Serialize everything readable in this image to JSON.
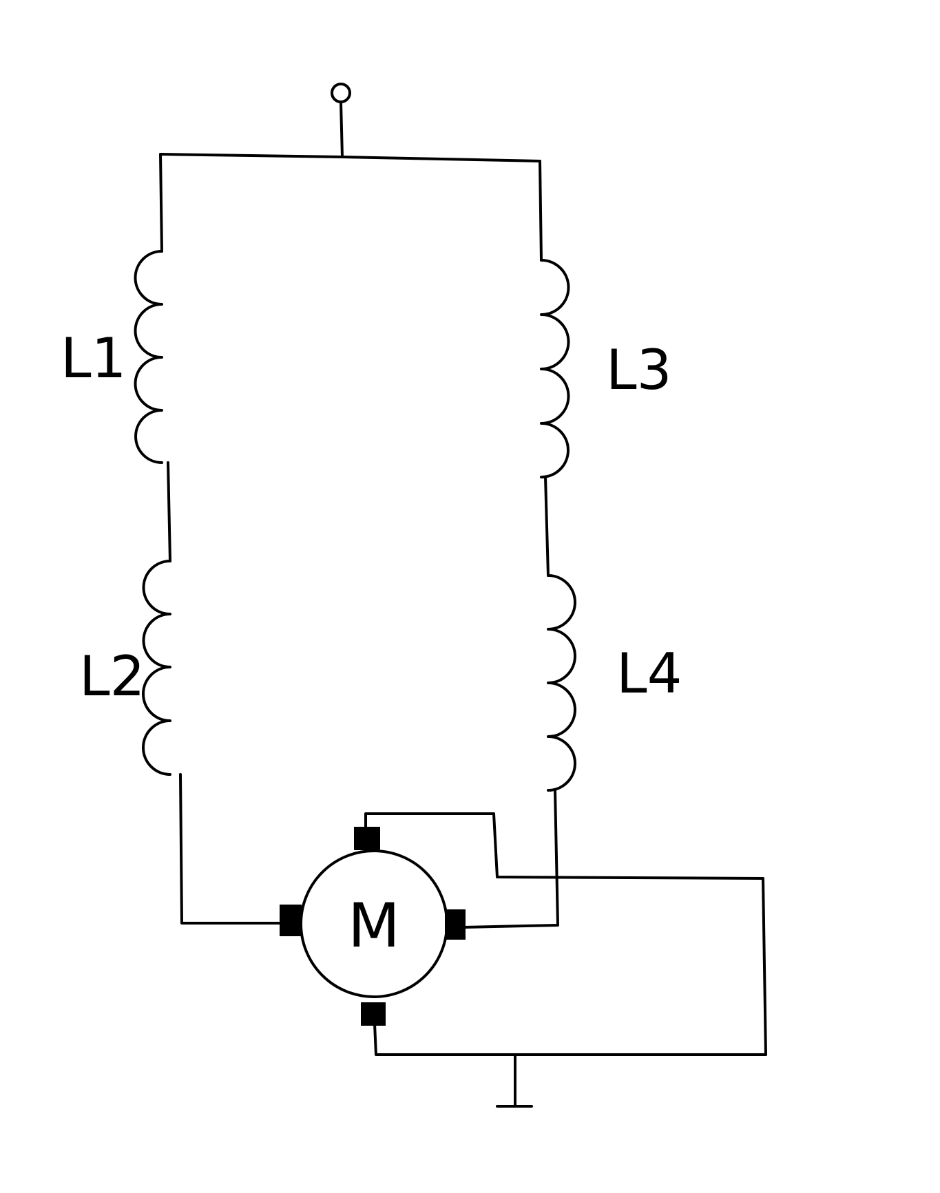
{
  "diagram": {
    "labels": {
      "inductor_1": "L1",
      "inductor_2": "L2",
      "inductor_3": "L3",
      "inductor_4": "L4",
      "motor": "M"
    },
    "colors": {
      "line": "#000000",
      "background": "#ffffff"
    },
    "icons": {
      "supply_terminal": "open-circle-terminal",
      "ground": "ground-symbol"
    }
  }
}
